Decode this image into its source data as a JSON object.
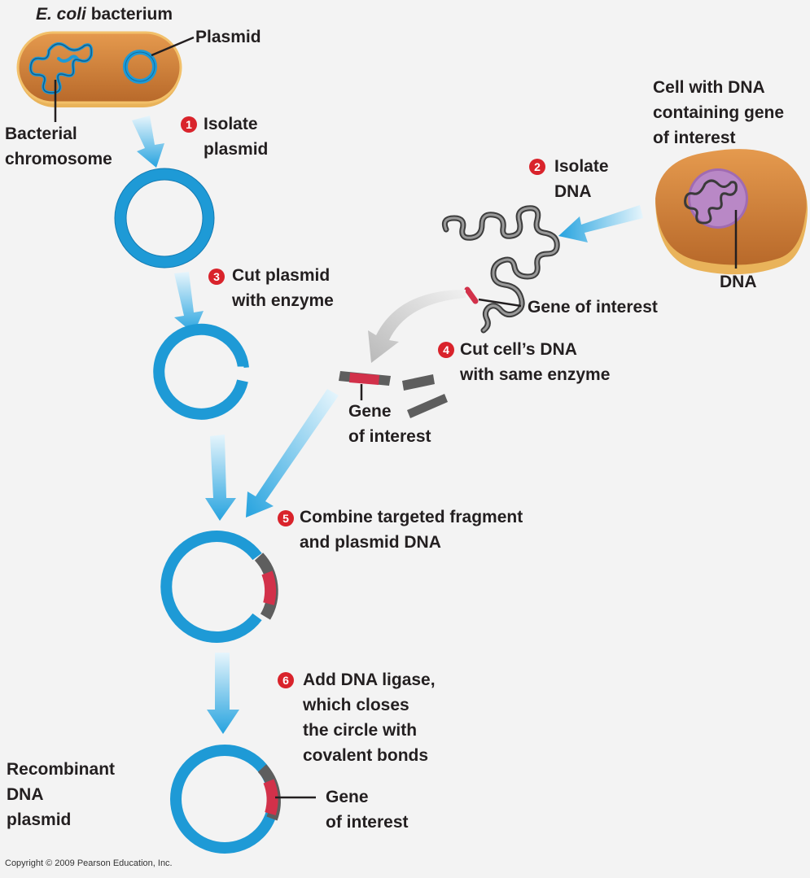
{
  "labels": {
    "ecoli_italic": "E. coli",
    "ecoli_rest": " bacterium",
    "plasmid": "Plasmid",
    "bacterial_chromosome": [
      "Bacterial",
      "chromosome"
    ],
    "cell_with_dna": [
      "Cell with DNA",
      "containing gene",
      "of interest"
    ],
    "dna": "DNA",
    "gene_of_interest_top": "Gene of interest",
    "gene_of_interest_fragment": [
      "Gene",
      "of interest"
    ],
    "recombinant": [
      "Recombinant",
      "DNA",
      "plasmid"
    ],
    "gene_of_interest_final": [
      "Gene",
      "of interest"
    ]
  },
  "steps": [
    {
      "number": "1",
      "lines": [
        "Isolate",
        "plasmid"
      ]
    },
    {
      "number": "2",
      "lines": [
        "Isolate",
        "DNA"
      ]
    },
    {
      "number": "3",
      "lines": [
        "Cut plasmid",
        "with enzyme"
      ]
    },
    {
      "number": "4",
      "lines": [
        "Cut cell’s DNA",
        "with same enzyme"
      ]
    },
    {
      "number": "5",
      "lines": [
        "Combine targeted fragment",
        "and plasmid DNA"
      ]
    },
    {
      "number": "6",
      "lines": [
        "Add DNA ligase,",
        "which closes",
        "the circle with",
        "covalent bonds"
      ]
    }
  ],
  "copyright": "Copyright © 2009 Pearson Education, Inc.",
  "colors": {
    "plasmid_blue": "#1e9ad6",
    "gene_red": "#d2314a",
    "dna_gray": "#5e5e5e",
    "cell_orange": "#c8782c",
    "nucleus_purple": "#a06bb2",
    "step_badge_red": "#d9232b",
    "arrow_blue": "#2aa7e0",
    "arrow_gray": "#c8c8c8"
  }
}
